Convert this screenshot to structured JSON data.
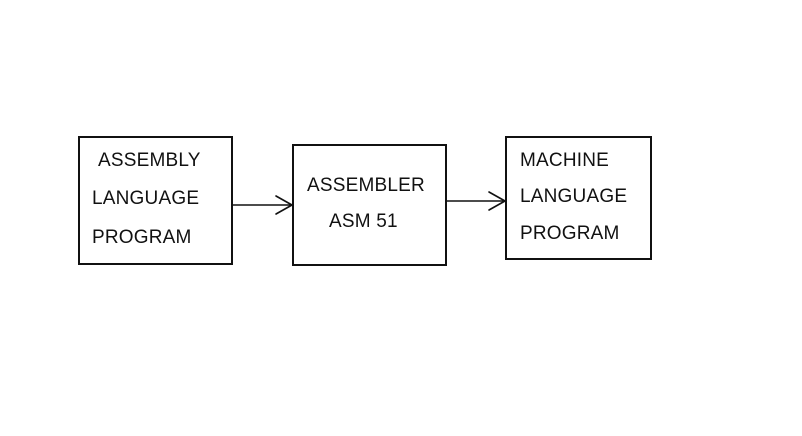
{
  "diagram": {
    "source_box": {
      "lines": [
        "ASSEMBLY",
        "LANGUAGE",
        "PROGRAM"
      ]
    },
    "process_box": {
      "lines": [
        "ASSEMBLER",
        "ASM 51"
      ]
    },
    "output_box": {
      "lines": [
        "MACHINE",
        "LANGUAGE",
        "PROGRAM"
      ]
    }
  }
}
